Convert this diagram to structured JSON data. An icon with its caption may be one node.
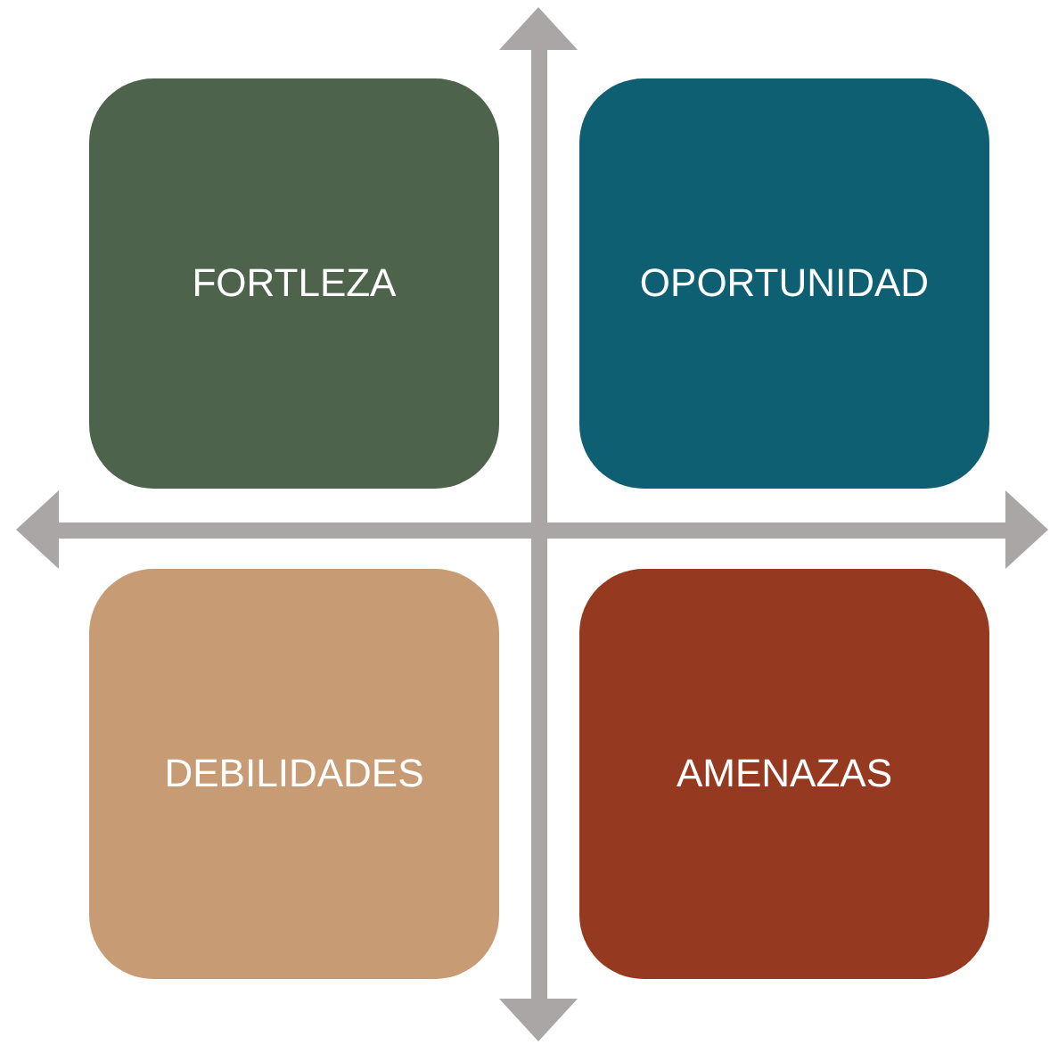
{
  "diagram": {
    "nodes": [
      {
        "text": [
          "FORTLEZA"
        ]
      },
      {
        "text": [
          "OPORTUNIDAD"
        ]
      },
      {
        "text": [
          "DEBILIDADES"
        ]
      },
      {
        "text": [
          "AMENAZAS"
        ]
      }
    ]
  }
}
